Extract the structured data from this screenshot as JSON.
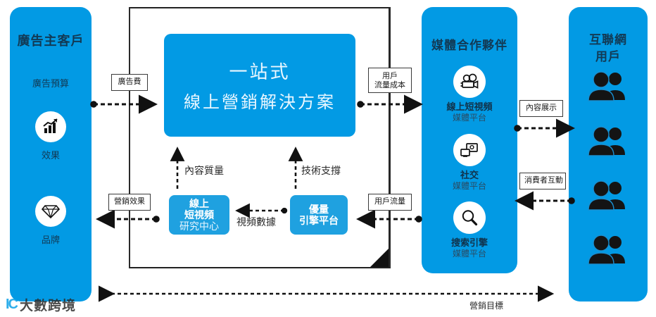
{
  "colors": {
    "panel_blue": "#029ae4",
    "hero_blue": "#029ae4",
    "small_box_blue": "#1fa1e0",
    "panel_title_text": "#123a55",
    "frame_border": "#222222"
  },
  "left_panel": {
    "title": "廣告主客戶",
    "subtitle": "廣告預算",
    "items": [
      {
        "icon": "bar-chart-growth-icon",
        "label": "效果"
      },
      {
        "icon": "diamond-icon",
        "label": "品牌"
      }
    ]
  },
  "center": {
    "hero": {
      "line1": "一站式",
      "line2": "線上營銷解決方案"
    },
    "support_boxes": [
      {
        "line1": "線上",
        "line2": "短視頻",
        "line3": "研究中心"
      },
      {
        "line1": "優量",
        "line2": "引擎平台",
        "line3": ""
      }
    ],
    "flows": {
      "content_quality": "內容質量",
      "tech_support": "技術支撐",
      "video_data": "視頻數據"
    }
  },
  "media_panel": {
    "title": "媒體合作夥伴",
    "items": [
      {
        "icon": "video-camera-icon",
        "line1": "線上短視頻",
        "line2": "媒體平台"
      },
      {
        "icon": "social-screen-icon",
        "line1": "社交",
        "line2": "媒體平台"
      },
      {
        "icon": "search-magnifier-icon",
        "line1": "搜索引擎",
        "line2": "媒體平台"
      }
    ]
  },
  "users_panel": {
    "title_line1": "互聯網",
    "title_line2": "用戶",
    "icon": "user-group-icon",
    "icon_count": 4
  },
  "connector_tags": {
    "ad_fee": "廣告費",
    "marketing_effect": "營銷效果",
    "user_traffic_cost_line1": "用戶",
    "user_traffic_cost_line2": "流量成本",
    "user_traffic": "用戶流量",
    "content_display": "內容展示",
    "consumer_interaction": "消費者互動"
  },
  "bottom": {
    "goal_label": "營銷目標"
  },
  "watermark": {
    "mark": "IC",
    "text": "大數跨境"
  }
}
